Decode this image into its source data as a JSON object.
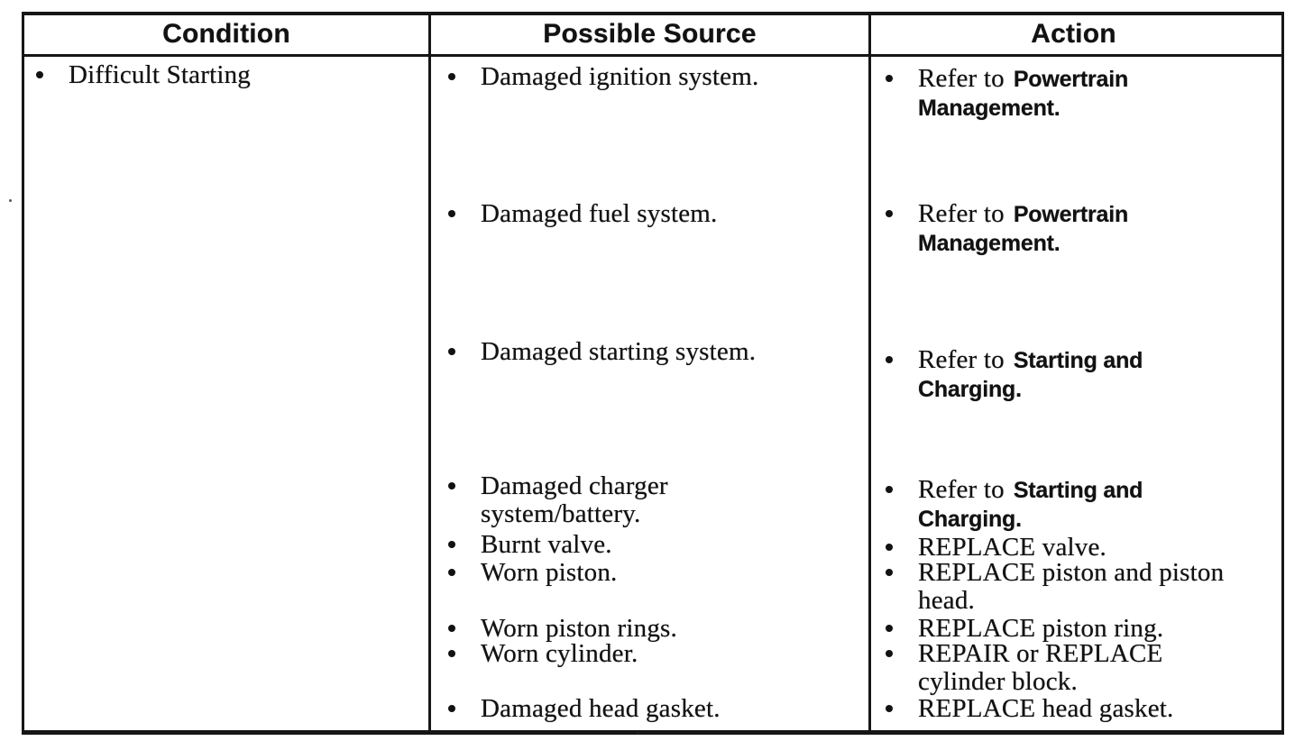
{
  "table": {
    "headers": [
      "Condition",
      "Possible Source",
      "Action"
    ],
    "condition": {
      "items": [
        {
          "text": "Difficult Starting"
        }
      ]
    },
    "possible_source": {
      "items": [
        {
          "text": "Damaged ignition system."
        },
        {
          "text": "Damaged fuel system."
        },
        {
          "text": "Damaged starting system."
        },
        {
          "text": "Damaged charger\nsystem/battery."
        },
        {
          "text": "Burnt valve."
        },
        {
          "text": "Worn piston."
        },
        {
          "text": "Worn piston rings."
        },
        {
          "text": "Worn cylinder."
        },
        {
          "text": "Damaged head gasket."
        }
      ]
    },
    "action": {
      "items": [
        {
          "prefix": "Refer to",
          "target": "Powertrain Management."
        },
        {
          "prefix": "Refer to",
          "target": "Powertrain Management."
        },
        {
          "prefix": "Refer to",
          "target": "Starting and Charging."
        },
        {
          "prefix": "Refer to",
          "target": "Starting and Charging."
        },
        {
          "text": "REPLACE valve."
        },
        {
          "text": "REPLACE piston and piston\nhead."
        },
        {
          "text": "REPLACE piston ring."
        },
        {
          "text": "REPAIR or REPLACE\ncylinder block."
        },
        {
          "text": "REPLACE head gasket."
        }
      ]
    }
  },
  "colors": {
    "ink": "#121212",
    "border": "#161616",
    "paper": "#ffffff"
  }
}
